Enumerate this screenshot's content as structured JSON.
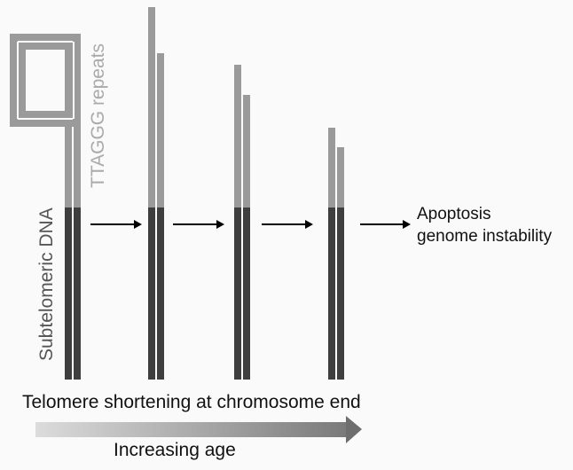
{
  "diagram": {
    "labels": {
      "repeats": "TTAGGG repeats",
      "subtelomeric": "Subtelomeric DNA",
      "outcome_line1": "Apoptosis",
      "outcome_line2": "genome instability",
      "shortening": "Telomere shortening at chromosome end",
      "age": "Increasing age"
    },
    "colors": {
      "telomere": "#9a9a9a",
      "subtelomeric": "#3e3e3e",
      "arrow": "#000000"
    },
    "chromosomes": [
      {
        "stage": 1,
        "telomere_top_strand1": 38,
        "telomere_top_strand2": 38,
        "t_loop": true
      },
      {
        "stage": 2,
        "telomere_top_strand1": 8,
        "telomere_top_strand2": 60
      },
      {
        "stage": 3,
        "telomere_top_strand1": 73,
        "telomere_top_strand2": 107
      },
      {
        "stage": 4,
        "telomere_top_strand1": 144,
        "telomere_top_strand2": 166
      }
    ]
  }
}
